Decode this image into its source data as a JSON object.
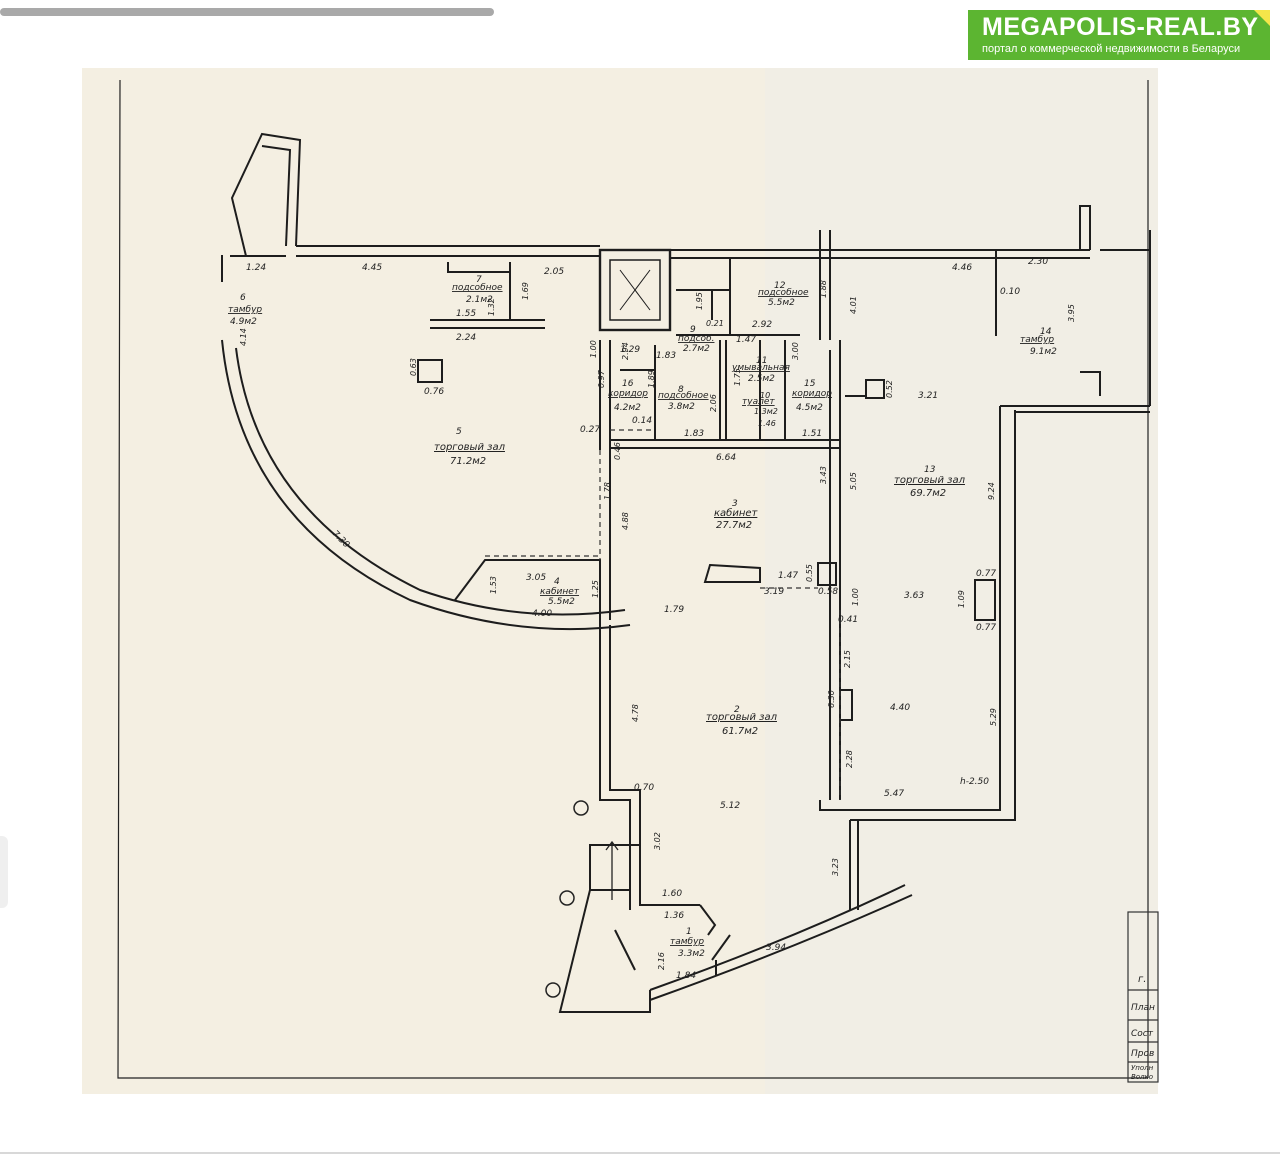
{
  "logo": {
    "title": "MEGAPOLIS-REAL.BY",
    "subtitle": "портал о коммерческой недвижимости в Беларуси",
    "colors": {
      "green": "#5cb531",
      "yellow": "#f4e64a"
    }
  },
  "rooms": {
    "r1": {
      "num": "1",
      "name": "тамбур",
      "area": "3.3м2"
    },
    "r2": {
      "num": "2",
      "name": "торговый зал",
      "area": "61.7м2"
    },
    "r3": {
      "num": "3",
      "name": "кабинет",
      "area": "27.7м2"
    },
    "r4": {
      "num": "4",
      "name": "кабинет",
      "area": "5.5м2"
    },
    "r5": {
      "num": "5",
      "name": "торговый зал",
      "area": "71.2м2"
    },
    "r6": {
      "num": "6",
      "name": "тамбур",
      "area": "4.9м2"
    },
    "r7": {
      "num": "7",
      "name": "подсобное",
      "area": "2.1м2"
    },
    "r8": {
      "num": "8",
      "name": "подсобное",
      "area": "3.8м2"
    },
    "r9": {
      "num": "9",
      "name": "подсоб.",
      "area": "2.7м2"
    },
    "r10": {
      "num": "10",
      "name": "туалет",
      "area": "1.3м2"
    },
    "r11": {
      "num": "11",
      "name": "умывальная",
      "area": "2.5м2"
    },
    "r12": {
      "num": "12",
      "name": "подсобное",
      "area": "5.5м2"
    },
    "r13": {
      "num": "13",
      "name": "торговый зал",
      "area": "69.7м2"
    },
    "r14": {
      "num": "14",
      "name": "тамбур",
      "area": "9.1м2"
    },
    "r15": {
      "num": "15",
      "name": "коридор",
      "area": "4.5м2"
    },
    "r16": {
      "num": "16",
      "name": "коридор",
      "area": "4.2м2"
    }
  },
  "dims": {
    "d124": "1.24",
    "d445": "4.45",
    "d205": "2.05",
    "d155": "1.55",
    "d132": "1.32",
    "d169": "1.69",
    "d224": "2.24",
    "d414": "4.14",
    "d063": "0.63",
    "d076": "0.76",
    "d730": "7.30",
    "d305": "3.05",
    "d153": "1.53",
    "d125": "1.25",
    "d400": "4.00",
    "d195": "1.95",
    "d021": "0.21",
    "d292": "2.92",
    "d188": "1.88",
    "d401": "4.01",
    "d446": "4.46",
    "d230": "2.30",
    "d010": "0.10",
    "d395": "3.95",
    "d100a": "1.00",
    "d129": "1.29",
    "d294": "2.94",
    "d183a": "1.83",
    "d147a": "1.47",
    "d300": "3.00",
    "d097": "0.97",
    "d189": "1.89",
    "d175": "1.75",
    "d052": "0.52",
    "d321": "3.21",
    "d014": "0.14",
    "d206": "2.06",
    "d146": "1.46",
    "d027": "0.27",
    "d183b": "1.83",
    "d151": "1.51",
    "d046": "0.46",
    "d664": "6.64",
    "d178": "1.78",
    "d343": "3.43",
    "d505": "5.05",
    "d924": "9.24",
    "d488": "4.88",
    "d147b": "1.47",
    "d055": "0.55",
    "d319": "3.19",
    "d058": "0.58",
    "d179": "1.79",
    "d100b": "1.00",
    "d363": "3.63",
    "d077a": "0.77",
    "d109": "1.09",
    "d077b": "0.77",
    "d041": "0.41",
    "d215": "2.15",
    "d478": "4.78",
    "d630": "6.30",
    "d440": "4.40",
    "d529": "5.29",
    "d228": "2.28",
    "d070": "0.70",
    "d512": "5.12",
    "d547": "5.47",
    "d250": "h-2.50",
    "d302": "3.02",
    "d323": "3.23",
    "d160": "1.60",
    "d136": "1.36",
    "d394": "3.94",
    "d216": "2.16",
    "d184": "1.84"
  },
  "stamp": {
    "r1": "г.",
    "r2": "План",
    "r3": "Сост",
    "r4": "Пров",
    "r5": "Уполн",
    "r6": "Волко"
  }
}
